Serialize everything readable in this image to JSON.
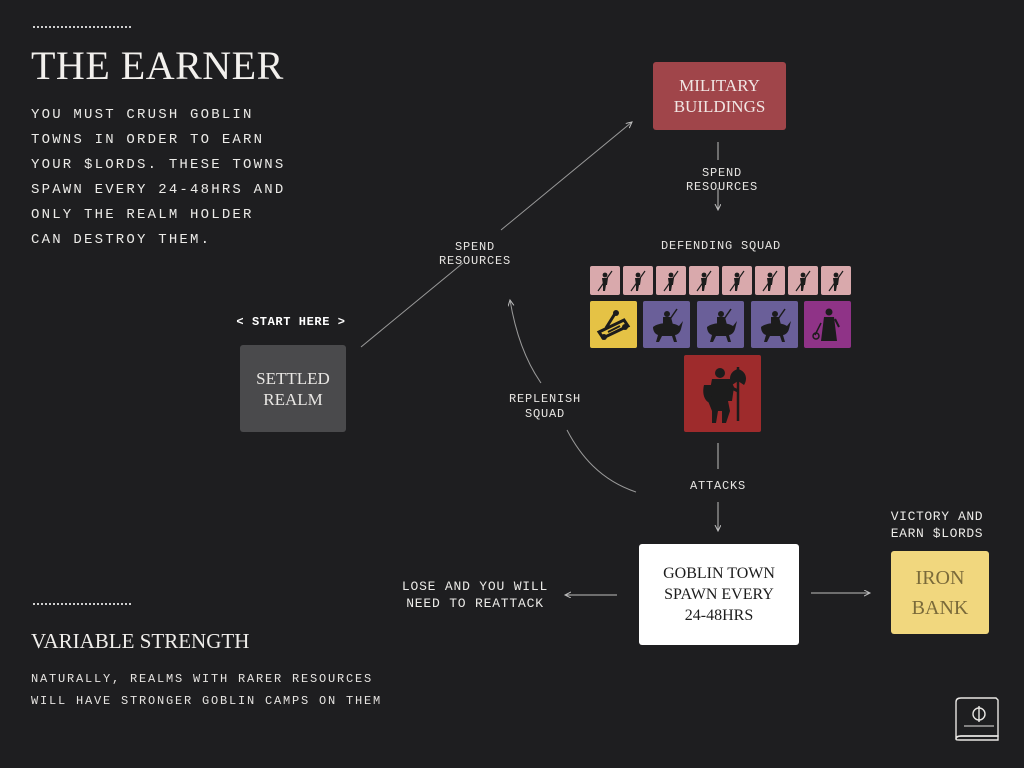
{
  "intro": {
    "title": "THE EARNER",
    "paragraph": "YOU MUST CRUSH GOBLIN TOWNS IN ORDER TO EARN YOUR $LORDS. THESE TOWNS SPAWN EVERY 24-48HRS AND ONLY THE REALM HOLDER CAN DESTROY THEM."
  },
  "variable": {
    "title": "VARIABLE STRENGTH",
    "paragraph": "NATURALLY, REALMS WITH RARER RESOURCES WILL HAVE STRONGER GOBLIN CAMPS ON THEM"
  },
  "diagram": {
    "start_label": "< START HERE >",
    "settled_realm": "SETTLED REALM",
    "military_buildings": "MILITARY BUILDINGS",
    "spend_resources_left": "SPEND RESOURCES",
    "spend_resources_right": "SPEND RESOURCES",
    "defending_squad": "DEFENDING SQUAD",
    "replenish_squad": "REPLENISH SQUAD",
    "attacks": "ATTACKS",
    "goblin_town": "GOBLIN TOWN SPAWN EVERY 24-48HRS",
    "lose_label": "LOSE AND YOU WILL NEED TO REATTACK",
    "victory_label": "VICTORY AND EARN $LORDS",
    "iron_bank": "IRON BANK"
  },
  "squad": {
    "row1": [
      "spearman-icon",
      "spearman-icon",
      "spearman-icon",
      "spearman-icon",
      "spearman-icon",
      "spearman-icon",
      "spearman-icon",
      "spearman-icon"
    ],
    "row2": [
      "catapult-icon",
      "knight-rider-icon",
      "knight-rider-icon",
      "knight-rider-icon",
      "mage-icon"
    ],
    "row3": [
      "axe-warrior-icon"
    ]
  },
  "colors": {
    "background": "#1e1e20",
    "military": "#a0454a",
    "settled": "#4a4a4c",
    "goblin": "#ffffff",
    "iron_bank": "#f1d77e",
    "tile_pink": "#d9a9ac",
    "tile_yellow": "#e5c245",
    "tile_purple": "#6a5f99",
    "tile_magenta": "#8f3387",
    "tile_red": "#9e2b2c"
  },
  "corner_icon": "book-logo-icon"
}
